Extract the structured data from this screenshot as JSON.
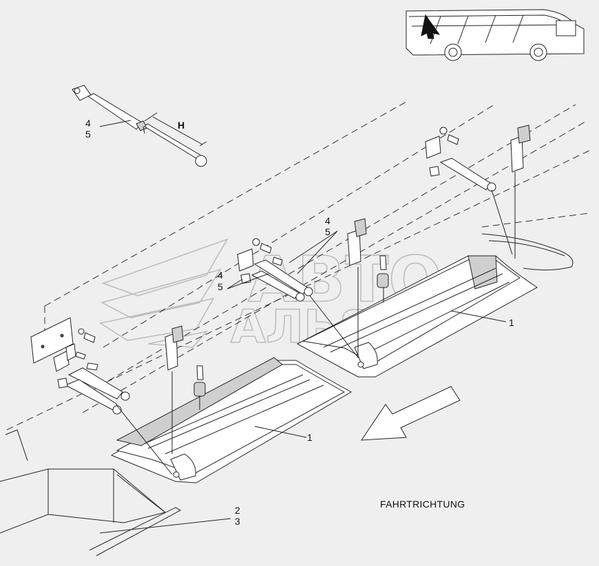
{
  "labels": {
    "strut_top_a": "4",
    "strut_top_b": "5",
    "dimension": "H",
    "mid_a": "4",
    "mid_b": "5",
    "left_a": "4",
    "left_b": "5",
    "tray_front": "1",
    "tray_rear": "1",
    "floor_a": "2",
    "floor_b": "3"
  },
  "caption": "FAHRTRICHTUNG",
  "watermark": {
    "line1": "АВТО",
    "line2": "АЛЬЯНС"
  },
  "colors": {
    "background": "#efefef",
    "stroke": "#222222",
    "watermark": "#bdbdbd"
  },
  "icons": {
    "bus_inset": "bus-side-view-icon",
    "direction": "direction-arrow-icon"
  }
}
